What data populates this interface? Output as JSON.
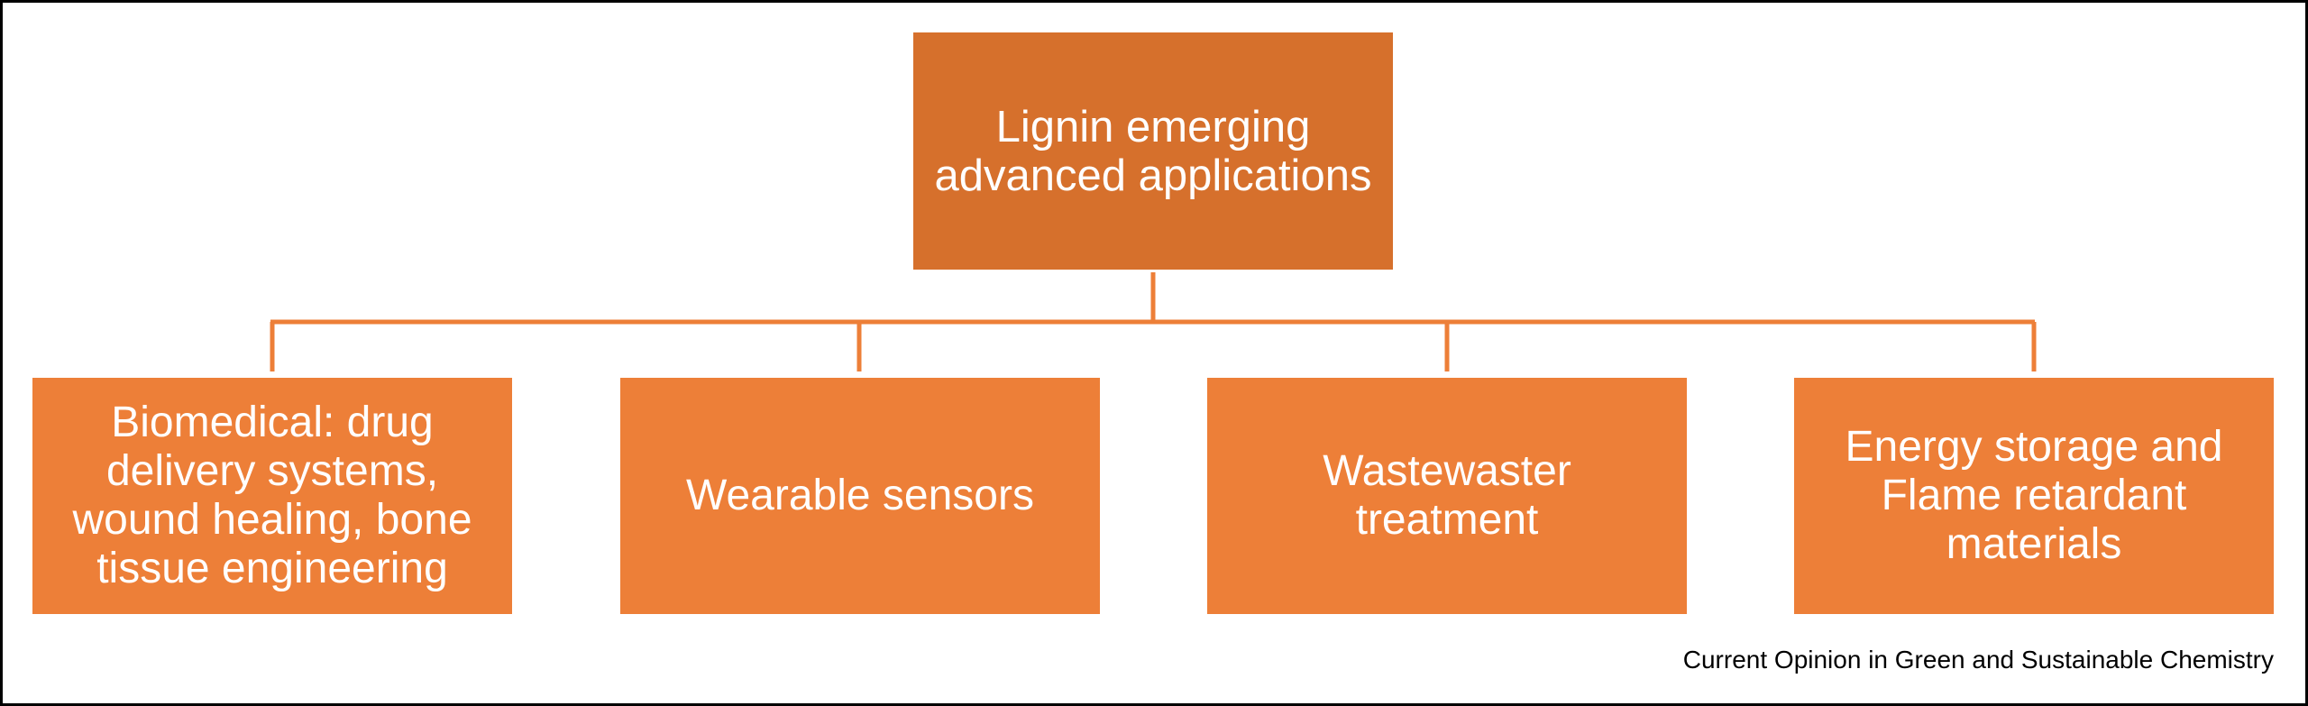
{
  "root": {
    "label": "Lignin emerging\nadvanced applications"
  },
  "children": [
    {
      "label": "Biomedical: drug\ndelivery systems,\nwound healing, bone\ntissue engineering"
    },
    {
      "label": "Wearable sensors"
    },
    {
      "label": "Wastewaster\ntreatment"
    },
    {
      "label": "Energy storage and\nFlame retardant\nmaterials"
    }
  ],
  "footer": {
    "journal": "Current Opinion in Green and Sustainable Chemistry"
  },
  "colors": {
    "root_fill": "#d6702c",
    "child_fill": "#ed7f38",
    "connector": "#ed7f38",
    "text": "#ffffff"
  }
}
